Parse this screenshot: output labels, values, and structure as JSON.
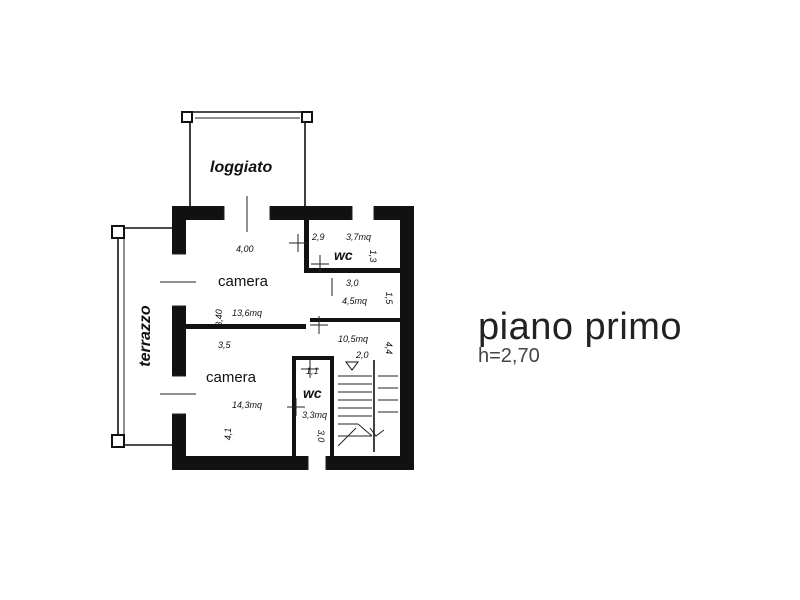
{
  "labels": {
    "loggiato": "loggiato",
    "terrazzo": "terrazzo",
    "camera_top": "camera",
    "camera_bottom": "camera",
    "wc_top": "wc",
    "wc_bottom": "wc"
  },
  "dimensions": {
    "top_room_width": "4,00",
    "top_room_depth": "3,40",
    "top_room_area": "13,6mq",
    "wc_top_width": "2,9",
    "wc_top_area": "3,7mq",
    "wc_top_depth": "1,3",
    "hall_width": "3,0",
    "hall_area": "4,5mq",
    "hall_depth": "1,5",
    "stair_area": "10,5mq",
    "stair_width": "2,0",
    "stair_depth": "4,4",
    "bottom_room_width": "3,5",
    "bottom_room_area": "14,3mq",
    "bottom_room_depth": "4,1",
    "wc_bottom_width": "1,1",
    "wc_bottom_area": "3,3mq",
    "wc_bottom_depth": "3,0"
  },
  "title": "piano primo",
  "subtitle": "h=2,70"
}
